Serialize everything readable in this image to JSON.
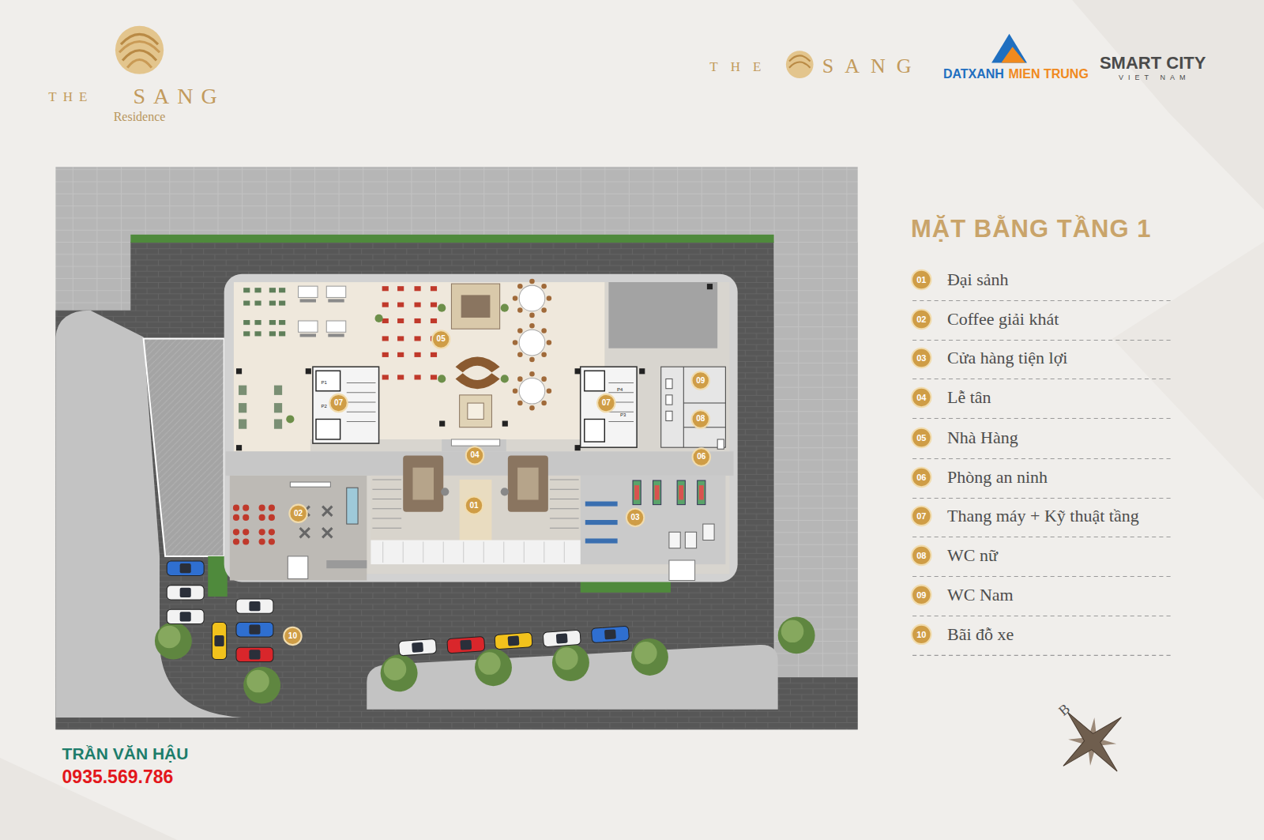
{
  "diagram": {
    "title": "MẶT BẰNG TẦNG 1",
    "labels": [
      "THE",
      "SANG",
      "Residence",
      "THE",
      "SANG",
      "DATXANH",
      "MIEN TRUNG",
      "SMART CITY",
      "VIET NAM",
      "01",
      "02",
      "03",
      "04",
      "05",
      "06",
      "07",
      "08",
      "09",
      "10",
      "05",
      "07",
      "07",
      "09",
      "08",
      "04",
      "06",
      "02",
      "01",
      "03",
      "10",
      "P1",
      "P2",
      "P4",
      "P3",
      "B",
      "TRẦN VĂN HẬU",
      "0935.569.786"
    ],
    "legend": [
      {
        "text": "Đại sảnh"
      },
      {
        "text": "Coffee giải khát"
      },
      {
        "text": "Cửa hàng tiện lợi"
      },
      {
        "text": "Lễ tân"
      },
      {
        "text": "Nhà Hàng"
      },
      {
        "text": "Phòng an ninh"
      },
      {
        "text": "Thang máy + Kỹ thuật tầng"
      },
      {
        "text": "WC nữ"
      },
      {
        "text": "WC Nam"
      },
      {
        "text": "Bãi đỗ xe"
      }
    ]
  }
}
